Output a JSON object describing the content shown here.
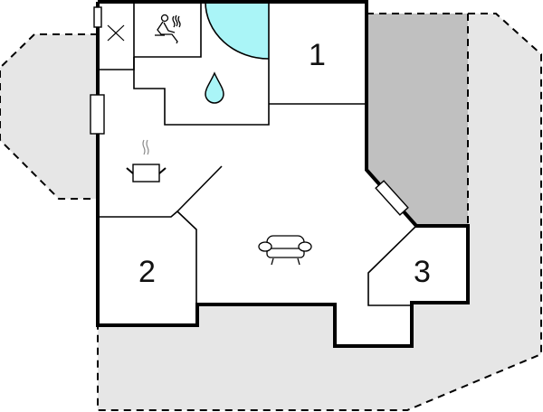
{
  "floor_plan": {
    "rooms": [
      {
        "id": "bedroom-1",
        "label": "1"
      },
      {
        "id": "bedroom-2",
        "label": "2"
      },
      {
        "id": "bedroom-3",
        "label": "3"
      }
    ],
    "icons": [
      {
        "name": "sauna-icon",
        "room": "sauna"
      },
      {
        "name": "water-drop-icon",
        "room": "bathroom"
      },
      {
        "name": "shower-icon",
        "room": "bathroom"
      },
      {
        "name": "toilet-cross-icon",
        "room": "wc"
      },
      {
        "name": "cooking-pot-icon",
        "room": "kitchen"
      },
      {
        "name": "armchair-icon",
        "room": "living-room"
      }
    ],
    "colors": {
      "wall": "#000000",
      "terrace": "#e6e6e6",
      "covered_terrace": "#c0c0c0",
      "water": "#aaf5f7",
      "floor": "#ffffff"
    }
  }
}
